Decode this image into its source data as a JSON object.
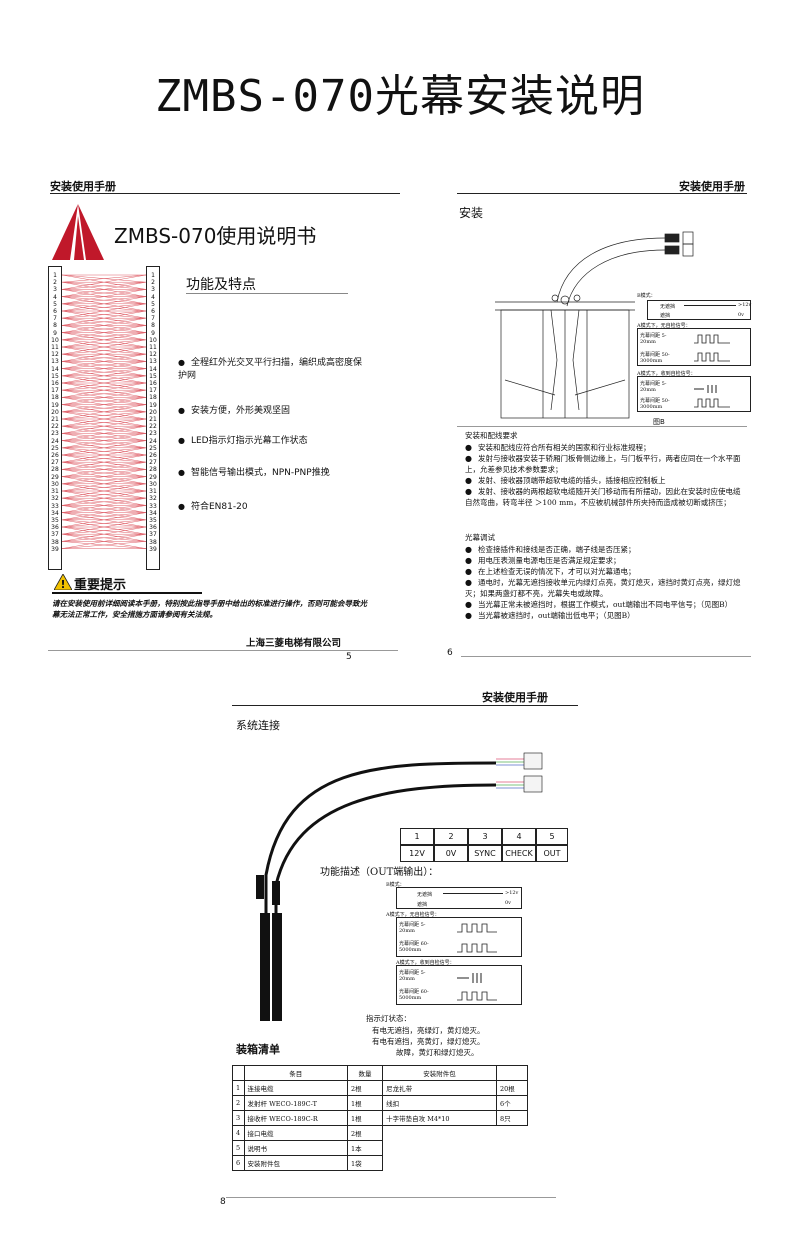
{
  "page_title": "ZMBS-070光幕安装说明",
  "page5": {
    "header": "安装使用手册",
    "manual_title": "ZMBS-070使用说明书",
    "features_title": "功能及特点",
    "features": [
      "全程红外光交叉平行扫描，编织成高密度保护网",
      "安装方便，外形美观坚固",
      "LED指示灯指示光幕工作状态",
      "智能信号输出模式，NPN-PNP推挽",
      "符合EN81-20"
    ],
    "warning_title": "重要提示",
    "warning_text": "请在安装使用前详细阅读本手册，特别按此指导手册中给出的标准进行操作，否则可能会导致光幕无法正常工作，安全措施方面请参阅有关法规。",
    "company": "上海三菱电梯有限公司",
    "page_number": "5",
    "channel_numbers": [
      "1",
      "2",
      "3",
      "4",
      "5",
      "6",
      "7",
      "8",
      "9",
      "10",
      "11",
      "12",
      "13",
      "14",
      "15",
      "16",
      "17",
      "18",
      "19",
      "20",
      "21",
      "22",
      "23",
      "24",
      "25",
      "26",
      "27",
      "28",
      "29",
      "30",
      "31",
      "32",
      "33",
      "34",
      "35",
      "36",
      "37",
      "38",
      "39"
    ]
  },
  "page6": {
    "header": "安装使用手册",
    "section_title": "安装",
    "figure_label": "图B",
    "wiring_title": "安装和配线要求",
    "wiring_items": [
      "安装和配线应符合所有相关的国家和行业标准规程；",
      "发射与接收器安装于轿厢门板骨侧边缘上，与门板平行，两者应同在一个水平面上，允差参见技术参数要求；",
      "发射、接收器顶端带超软电缆的插头，插接相应控制板上",
      "发射、接收器的两根超软电缆随开关门移动而有所摆动，因此在安装时应使电缆自然弯曲，转弯半径 ＞100 mm，不应被机械部件所夹持而造成被切断或挤压；"
    ],
    "debug_title": "光幕调试",
    "debug_items": [
      "检查接插件和接线是否正确，端子线是否压紧；",
      "用电压表测量电源电压是否满足规定要求；",
      "在上述检查无误的情况下，才可以对光幕通电；",
      "通电时，光幕无遮挡接收单元内绿灯点亮，黄灯熄灭，遮挡时黄灯点亮，绿灯熄灭；如果两盏灯都不亮，光幕失电或故障。",
      "当光幕正常未被遮挡时，根据工作模式，out端输出不同电平信号；（见图B）",
      "当光幕被遮挡时，out端输出低电平；（见图B）"
    ],
    "page_number": "6",
    "diagram_labels": {
      "b_mode": "B模式：",
      "a_mode_self": "A模式下，无自检信号：",
      "a_mode_recv": "A模式下，收到自检信号：",
      "range_short": "光幕间距 5-20mm",
      "range_long": "光幕间距 50-3000mm",
      "no_block": "无遮挡",
      "block": "遮挡",
      "v12": ">12v",
      "v0": "0v"
    }
  },
  "page8": {
    "header": "安装使用手册",
    "section_title": "系统连接",
    "pin_numbers": [
      "1",
      "2",
      "3",
      "4",
      "5"
    ],
    "pin_labels": [
      "12V",
      "0V",
      "SYNC",
      "CHECK",
      "OUT"
    ],
    "function_title": "功能描述（OUT端输出）：",
    "diagram_labels": {
      "b_mode": "B模式：",
      "a_mode_self": "A模式下，无自检信号：",
      "a_mode_recv": "A模式下，收到自检信号：",
      "range_short": "光幕间距 5-20mm",
      "range_long": "光幕间距 60-5000mm",
      "no_block": "无遮挡",
      "block": "遮挡",
      "v12": ">12v",
      "v0": "0v"
    },
    "indicator_title": "指示灯状态：",
    "indicator_lines": [
      "有电无遮挡，亮绿灯，黄灯熄灭。",
      "有电有遮挡，亮黄灯，绿灯熄灭。",
      "故障，黄灯和绿灯熄灭。"
    ],
    "packing_title": "装箱清单",
    "packing_headers": [
      "",
      "条目",
      "数量",
      "安装附件包",
      ""
    ],
    "packing_rows": [
      [
        "1",
        "连接电缆",
        "2根",
        "尼龙扎带",
        "20根"
      ],
      [
        "2",
        "发射杆  WECO-189C-T",
        "1根",
        "线扣",
        "6个"
      ],
      [
        "3",
        "接收杆  WECO-189C-R",
        "1根",
        "十字带垫自攻 M4*10",
        "8只"
      ],
      [
        "4",
        "接口电缆",
        "2根",
        "",
        ""
      ],
      [
        "5",
        "说明书",
        "1本",
        "",
        ""
      ],
      [
        "6",
        "安装附件包",
        "1袋",
        "",
        ""
      ]
    ],
    "page_number": "8"
  },
  "colors": {
    "logo_red": "#c0182a",
    "ink": "#111111",
    "fan_red": "#d9434e"
  }
}
